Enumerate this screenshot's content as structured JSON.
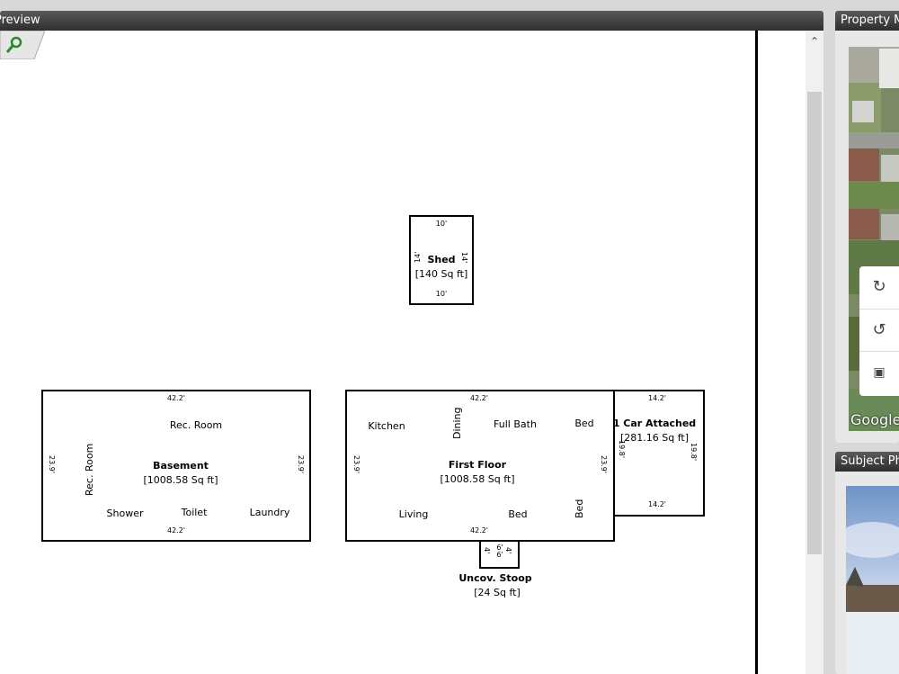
{
  "preview": {
    "title": "Preview"
  },
  "map": {
    "title": "Property Map",
    "logo": "Google"
  },
  "photo": {
    "title": "Subject Photo"
  },
  "icons": {
    "zoom": "magnifier-icon",
    "scroll_up": "chevron-up-icon",
    "rotate_cw": "rotate-clockwise-icon",
    "rotate_ccw": "rotate-counterclockwise-icon",
    "tilt": "tilt-view-icon"
  },
  "sketch": {
    "shed": {
      "name": "Shed",
      "area": "[140 Sq ft]",
      "top": "10'",
      "bottom": "10'",
      "left": "14'",
      "right": "14'"
    },
    "basement": {
      "name": "Basement",
      "area": "[1008.58 Sq ft]",
      "top": "42.2'",
      "bottom": "42.2'",
      "left": "23.9'",
      "right": "23.9'",
      "rooms": [
        "Rec. Room",
        "Rec. Room",
        "Shower",
        "Toilet",
        "Laundry"
      ]
    },
    "first_floor": {
      "name": "First Floor",
      "area": "[1008.58 Sq ft]",
      "top": "42.2'",
      "bottom": "42.2'",
      "left": "23.9'",
      "right": "23.9'",
      "rooms": [
        "Kitchen",
        "Dining",
        "Full Bath",
        "Bed",
        "Living",
        "Bed",
        "Bed"
      ]
    },
    "garage": {
      "name": "1 Car Attached",
      "area": "[281.16 Sq ft]",
      "top": "14.2'",
      "bottom": "14.2'",
      "left": "19.8'",
      "right": "19.8'"
    },
    "stoop": {
      "name": "Uncov. Stoop",
      "area": "[24 Sq ft]",
      "top": "6'",
      "bottom": "6'",
      "left": "4'",
      "right": "4'"
    }
  }
}
